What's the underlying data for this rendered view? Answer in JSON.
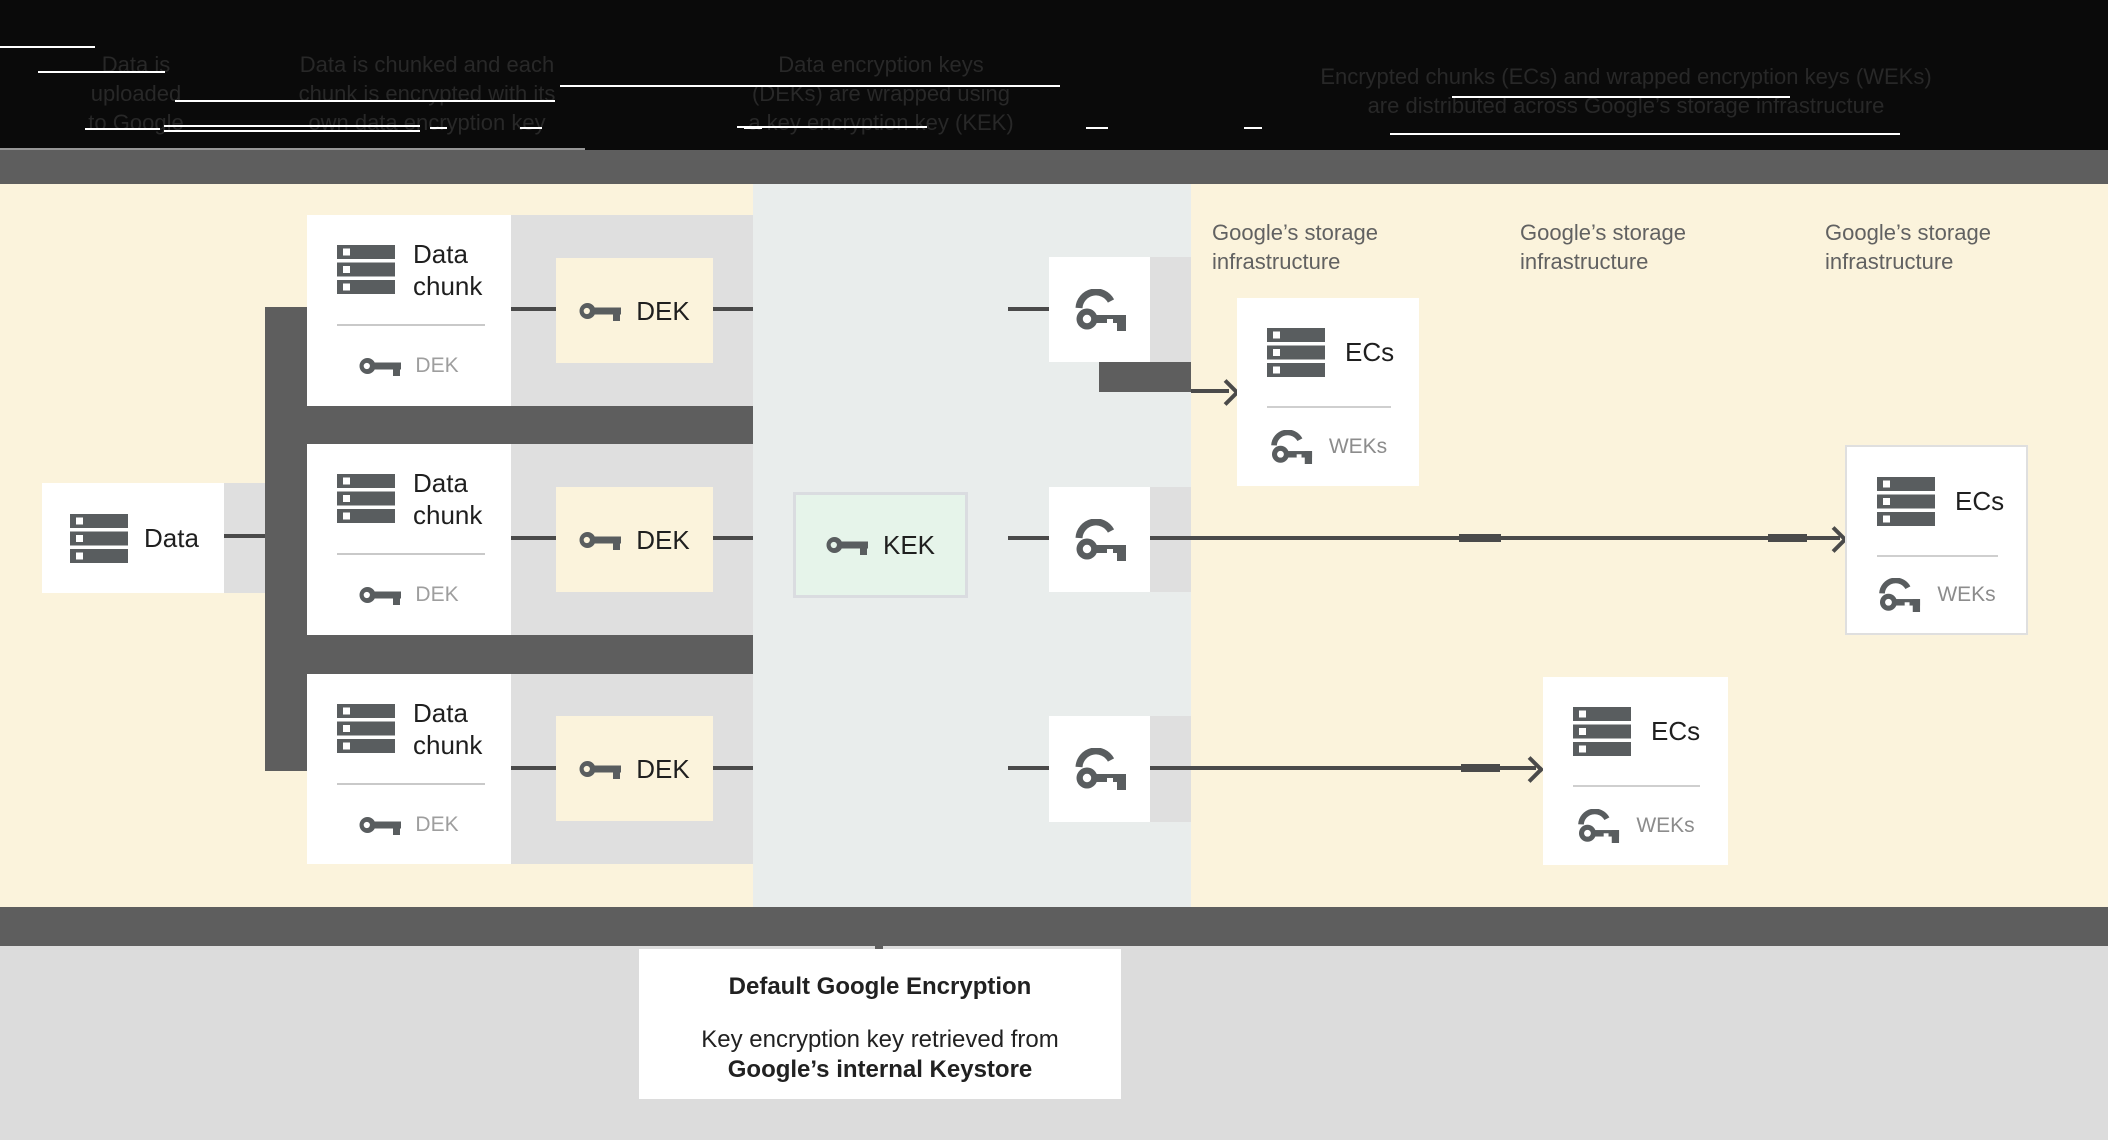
{
  "header": {
    "columns": [
      {
        "lines": [
          "Data is",
          "uploaded",
          "to Google"
        ]
      },
      {
        "lines": [
          "Data is chunked and each",
          "chunk is encrypted with its",
          "own data encryption key"
        ]
      },
      {
        "lines": [
          "Data encryption keys",
          "(DEKs) are wrapped using",
          "a key encryption key (KEK)"
        ]
      },
      {
        "lines": [
          "Encrypted chunks (ECs) and wrapped encryption keys (WEKs)",
          "are distributed across Google’s storage infrastructure"
        ]
      }
    ]
  },
  "diagram": {
    "data_box": {
      "label": "Data"
    },
    "chunk_box": {
      "title_lines": [
        "Data",
        "chunk"
      ],
      "key_label": "DEK"
    },
    "dek_box": {
      "label": "DEK"
    },
    "kek_box": {
      "label": "KEK"
    },
    "ecs_box": {
      "label": "ECs",
      "key_label": "WEKs"
    },
    "infra_label": {
      "lines": [
        "Google’s storage",
        "infrastructure"
      ]
    }
  },
  "caption": {
    "title": "Default Google Encryption",
    "line2": "Key encryption key retrieved from",
    "line3": "Google’s internal Keystore"
  },
  "colors": {
    "header_bg": "#0a0a0a",
    "header_text": "#282828",
    "bar_gray": "#5e5e5e",
    "panel_cream": "#fbf3dc",
    "panel_kms": "#e9edec",
    "band_gray": "#dfdfdf",
    "bottom_gray": "#dcdcdc",
    "kek_green": "#e6f4ea",
    "kek_border": "#dadce0",
    "line_dark": "#4a4a4a",
    "icon_gray": "#595d5f",
    "text_dark": "#1f1f1f",
    "text_gray": "#9e9e9e",
    "infra_text": "#616161"
  }
}
